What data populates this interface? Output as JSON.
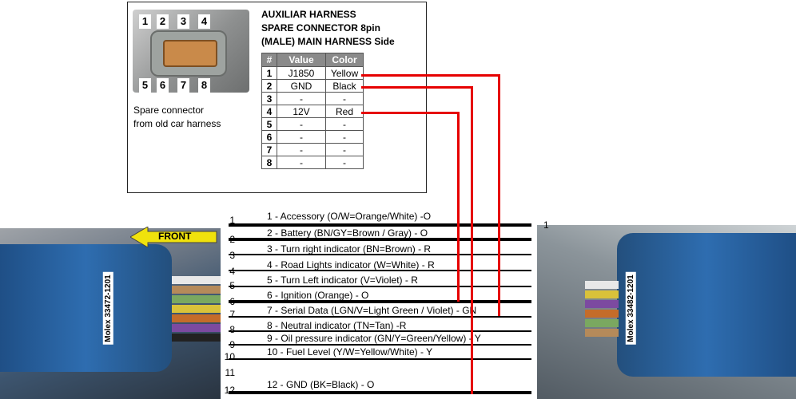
{
  "harness": {
    "title_lines": [
      "AUXILIAR HARNESS",
      "SPARE CONNECTOR 8pin",
      "(MALE) MAIN HARNESS Side"
    ],
    "caption_lines": [
      "Spare connector",
      "from old car harness"
    ],
    "photo_pin_labels_top": [
      "1",
      "2",
      "3",
      "4"
    ],
    "photo_pin_labels_bottom": [
      "5",
      "6",
      "7",
      "8"
    ],
    "table_headers": [
      "#",
      "Value",
      "Color"
    ],
    "rows": [
      {
        "num": "1",
        "value": "J1850",
        "color": "Yellow"
      },
      {
        "num": "2",
        "value": "GND",
        "color": "Black"
      },
      {
        "num": "3",
        "value": "-",
        "color": "-"
      },
      {
        "num": "4",
        "value": "12V",
        "color": "Red"
      },
      {
        "num": "5",
        "value": "-",
        "color": "-"
      },
      {
        "num": "6",
        "value": "-",
        "color": "-"
      },
      {
        "num": "7",
        "value": "-",
        "color": "-"
      },
      {
        "num": "8",
        "value": "-",
        "color": "-"
      }
    ]
  },
  "connectors": {
    "left_label": "Molex 33472-1201",
    "right_label": "Molex 33482-1201",
    "front_label": "FRONT",
    "right_pin1": "1"
  },
  "wires": [
    {
      "pin": "1",
      "label": "1 - Accessory (O/W=Orange/White) -O"
    },
    {
      "pin": "2",
      "label": "2 - Battery (BN/GY=Brown / Gray) - O"
    },
    {
      "pin": "3",
      "label": "3 - Turn right indicator (BN=Brown) - R"
    },
    {
      "pin": "4",
      "label": "4 - Road Lights indicator (W=White) - R"
    },
    {
      "pin": "5",
      "label": "5 - Turn Left indicator (V=Violet) - R"
    },
    {
      "pin": "6",
      "label": "6 - Ignition (Orange) - O"
    },
    {
      "pin": "7",
      "label": "7 - Serial Data (LGN/V=Light Green / Violet) - GN"
    },
    {
      "pin": "8",
      "label": "8 - Neutral indicator (TN=Tan) -R"
    },
    {
      "pin": "9",
      "label": "9 - Oil pressure indicator (GN/Y=Green/Yellow) - Y"
    },
    {
      "pin": "10",
      "label": "10 - Fuel Level (Y/W=Yellow/White) - Y"
    },
    {
      "pin": "11",
      "label": ""
    },
    {
      "pin": "12",
      "label": "12 - GND (BK=Black) - O"
    }
  ],
  "colors": {
    "jumper": "#e60000",
    "wire": "#000000",
    "connector_blue": "#2e6db0",
    "front_arrow": "#f0e20c",
    "table_header": "#8a8a8a"
  }
}
